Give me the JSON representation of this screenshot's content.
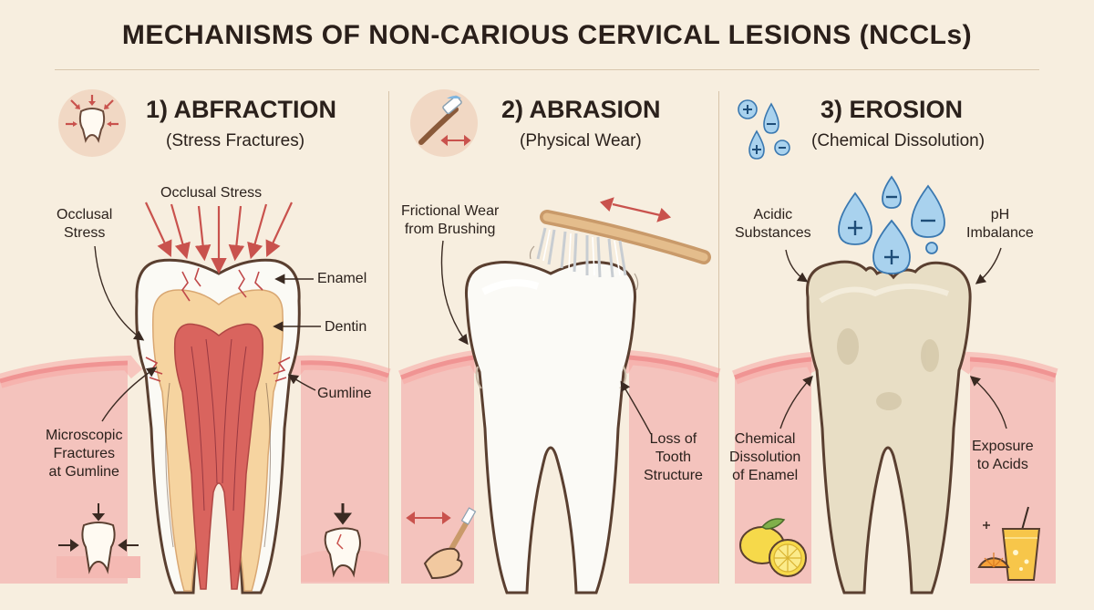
{
  "title": "MECHANISMS OF NON-CARIOUS CERVICAL LESIONS (NCCLs)",
  "panels": [
    {
      "title": "1) ABFRACTION",
      "subtitle": "(Stress Fractures)",
      "icon": "tooth-under-stress-icon",
      "labels": {
        "occlusal_stress_top": "Occlusal Stress",
        "occlusal_stress_left": [
          "Occlusal",
          "Stress"
        ],
        "enamel": "Enamel",
        "dentin": "Dentin",
        "gumline": "Gumline",
        "micro_fractures": [
          "Microscopic",
          "Fractures",
          "at Gumline"
        ]
      }
    },
    {
      "title": "2) ABRASION",
      "subtitle": "(Physical Wear)",
      "icon": "toothbrush-icon",
      "labels": {
        "frictional_wear": [
          "Frictional Wear",
          "from Brushing"
        ],
        "loss_of_structure": [
          "Loss of",
          "Tooth",
          "Structure"
        ]
      }
    },
    {
      "title": "3) EROSION",
      "subtitle": "(Chemical Dissolution)",
      "icon": "acid-drops-icon",
      "labels": {
        "acidic_substances": [
          "Acidic",
          "Substances"
        ],
        "ph_imbalance": [
          "pH",
          "Imbalance"
        ],
        "chemical_dissolution": [
          "Chemical",
          "Dissolution",
          "of Enamel"
        ],
        "exposure_to_acids": [
          "Exposure",
          "to Acids"
        ]
      }
    }
  ],
  "colors": {
    "background": "#f7eedf",
    "gum": "#f4b9b3",
    "gum_edge": "#e67f82",
    "enamel": "#fbfaf6",
    "dentin": "#f6d4a0",
    "pulp": "#d9645e",
    "eroded_tooth": "#e6dcc2",
    "drop": "#8fc3e6",
    "arrow": "#c9524d"
  }
}
